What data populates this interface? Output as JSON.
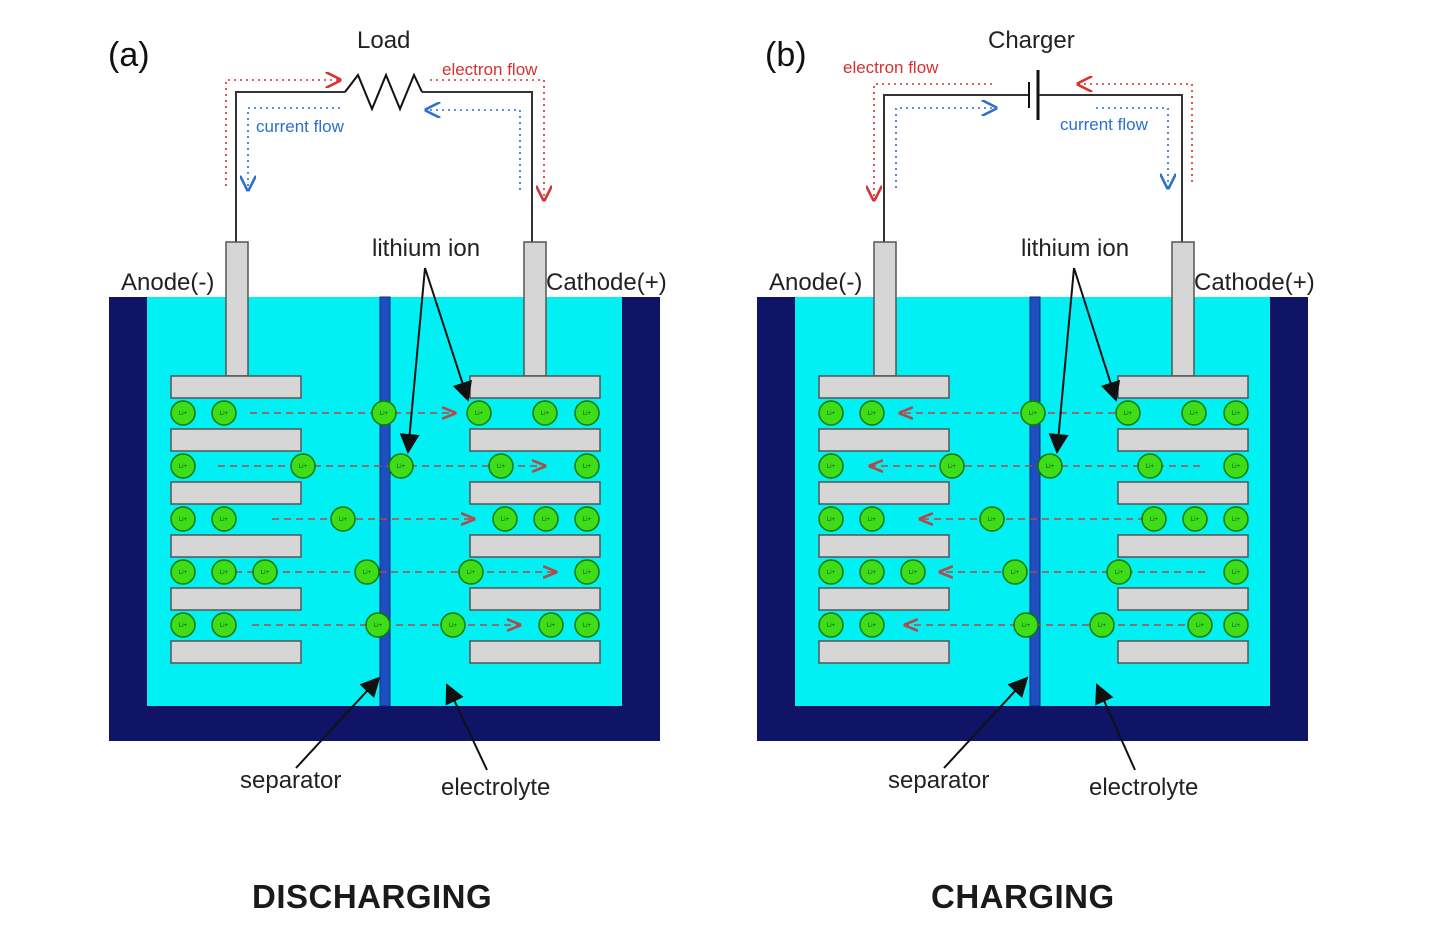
{
  "panels": [
    {
      "tag": "(a)",
      "mode": "discharging",
      "device_label": "Load",
      "device_icon": "resistor-icon",
      "electron_flow_label": "electron flow",
      "current_flow_label": "current flow",
      "anode_label": "Anode(-)",
      "cathode_label": "Cathode(+)",
      "lithium_ion_label": "lithium ion",
      "separator_label": "separator",
      "electrolyte_label": "electrolyte",
      "caption": "DISCHARGING",
      "ion_symbol": "Li+"
    },
    {
      "tag": "(b)",
      "mode": "charging",
      "device_label": "Charger",
      "device_icon": "battery-cell-icon",
      "electron_flow_label": "electron flow",
      "current_flow_label": "current flow",
      "anode_label": "Anode(-)",
      "cathode_label": "Cathode(+)",
      "lithium_ion_label": "lithium ion",
      "separator_label": "separator",
      "electrolyte_label": "electrolyte",
      "caption": "CHARGING",
      "ion_symbol": "Li+"
    }
  ],
  "colors": {
    "container": "#0f1466",
    "electrolyte": "#00f0f4",
    "separator": "#1f4fbf",
    "electrode": "#d6d6d6",
    "electrode_border": "#555555",
    "ion_fill": "#3fdc1a",
    "ion_stroke": "#0a7a0a",
    "electron_flow": "#d93030",
    "current_flow": "#2a6fd1",
    "wire": "#333333"
  }
}
